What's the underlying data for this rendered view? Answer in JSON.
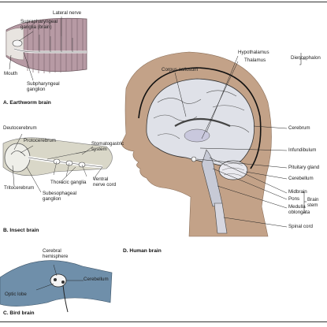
{
  "colors": {
    "earthworm": "#b79aa4",
    "insect_bg": "#d9d7c8",
    "bird_head": "#6f8faa",
    "head_skin": "#c3a288",
    "brain": "#dfe1e8",
    "brainstem": "#c7cad6"
  },
  "panels": {
    "a": {
      "caption": "A. Earthworm brain",
      "labels": {
        "lateral_nerve": "Lateral nerve",
        "supra": "Suprapharyngeal ganglia (brain)",
        "mouth": "Mouth",
        "sub": "Subpharyngeal ganglion"
      }
    },
    "b": {
      "caption": "B. Insect brain",
      "labels": {
        "deuto": "Deutocerebrum",
        "proto": "Protocerebrum",
        "stomato": "Stomatogastric system",
        "ventral": "Ventral nerve cord",
        "thoracic": "Thoracic ganglia",
        "trito": "Tritocerebrum",
        "subeso": "Subesophageal ganglion"
      }
    },
    "c": {
      "caption": "C. Bird brain",
      "labels": {
        "cerebral": "Cerebral hemisphere",
        "cerebellum": "Cerebellum",
        "optic": "Optic lobe"
      }
    },
    "d": {
      "caption": "D. Human brain",
      "labels": {
        "hypothalamus": "Hypothalamus",
        "thalamus": "Thalamus",
        "diencephalon": "Diencephalon",
        "corpus": "Corpus callosum",
        "cerebrum": "Cerebrum",
        "infundibulum": "Infundibulum",
        "pituitary": "Pituitary gland",
        "cerebellum": "Cerebellum",
        "midbrain": "Midbrain",
        "pons": "Pons",
        "medulla": "Medulla oblongata",
        "brainstem": "Brain stem",
        "spinal": "Spinal cord"
      }
    }
  }
}
